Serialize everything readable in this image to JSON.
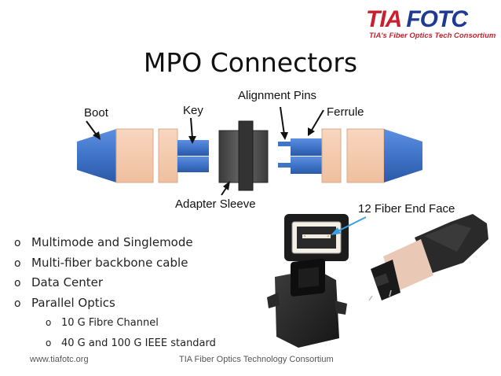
{
  "logo": {
    "part1": "TIA",
    "part2": "FOTC",
    "tagline": "TIA's Fiber Optics Tech Consortium"
  },
  "title": "MPO Connectors",
  "labels": {
    "boot": "Boot",
    "key": "Key",
    "alignment_pins": "Alignment Pins",
    "ferrule": "Ferrule",
    "adapter_sleeve": "Adapter Sleeve",
    "end_face": "12 Fiber End Face"
  },
  "bullets": [
    {
      "text": "Multimode and Singlemode",
      "level": 1
    },
    {
      "text": "Multi-fiber backbone cable",
      "level": 1
    },
    {
      "text": "Data Center",
      "level": 1
    },
    {
      "text": "Parallel Optics",
      "level": 1
    },
    {
      "text": "10 G Fibre Channel",
      "level": 2
    },
    {
      "text": "40 G and 100 G IEEE standard",
      "level": 2
    }
  ],
  "bullet_marker": "o",
  "footer": {
    "left": "www.tiafotc.org",
    "center": "TIA Fiber Optics Technology Consortium"
  },
  "colors": {
    "blue": "#3f74c9",
    "blue_dark": "#2c59a7",
    "peach": "#f4c9ad",
    "gray": "#4a4a4a",
    "logo_red": "#c8202f",
    "logo_blue": "#1f3a93"
  }
}
